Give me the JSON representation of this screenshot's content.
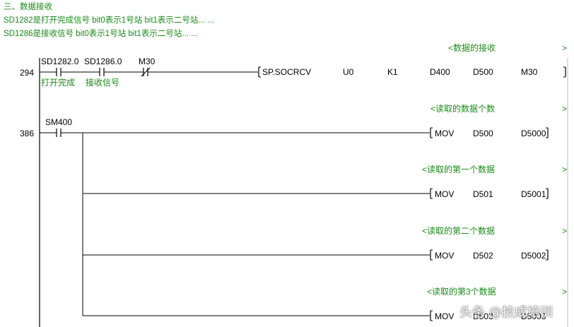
{
  "header": {
    "line1": "三、数据接收",
    "line2": "SD1282是打开完成信号 bit0表示1号站 bit1表示二号站... ...",
    "line3": "SD1286是接收信号 bit0表示1号站 bit1表示二号站... ..."
  },
  "rungs": {
    "r294": {
      "step": "294",
      "comment": "<数据的接收",
      "contact1": {
        "device": "SD1282.0",
        "label": "打开完成"
      },
      "contact2": {
        "device": "SD1286.0",
        "label": "接收信号"
      },
      "contact3": {
        "device": "M30"
      },
      "instr": {
        "op": "SP.SOCRCV",
        "a1": "U0",
        "a2": "K1",
        "a3": "D400",
        "a4": "D500",
        "a5": "M30"
      }
    },
    "r386": {
      "step": "386",
      "contact": {
        "device": "SM400"
      },
      "rows": [
        {
          "comment": "<读取的数据个数",
          "op": "MOV",
          "src": "D500",
          "dst": "D5000"
        },
        {
          "comment": "<读取的第一个数据",
          "op": "MOV",
          "src": "D501",
          "dst": "D5001"
        },
        {
          "comment": "<读取的第二个数据",
          "op": "MOV",
          "src": "D502",
          "dst": "D5002"
        },
        {
          "comment": "<读取的第3个数据",
          "op": "MOV",
          "src": "D503",
          "dst": "D5003"
        }
      ]
    }
  },
  "end_mark": ">",
  "watermark": "头条 @技成培训"
}
